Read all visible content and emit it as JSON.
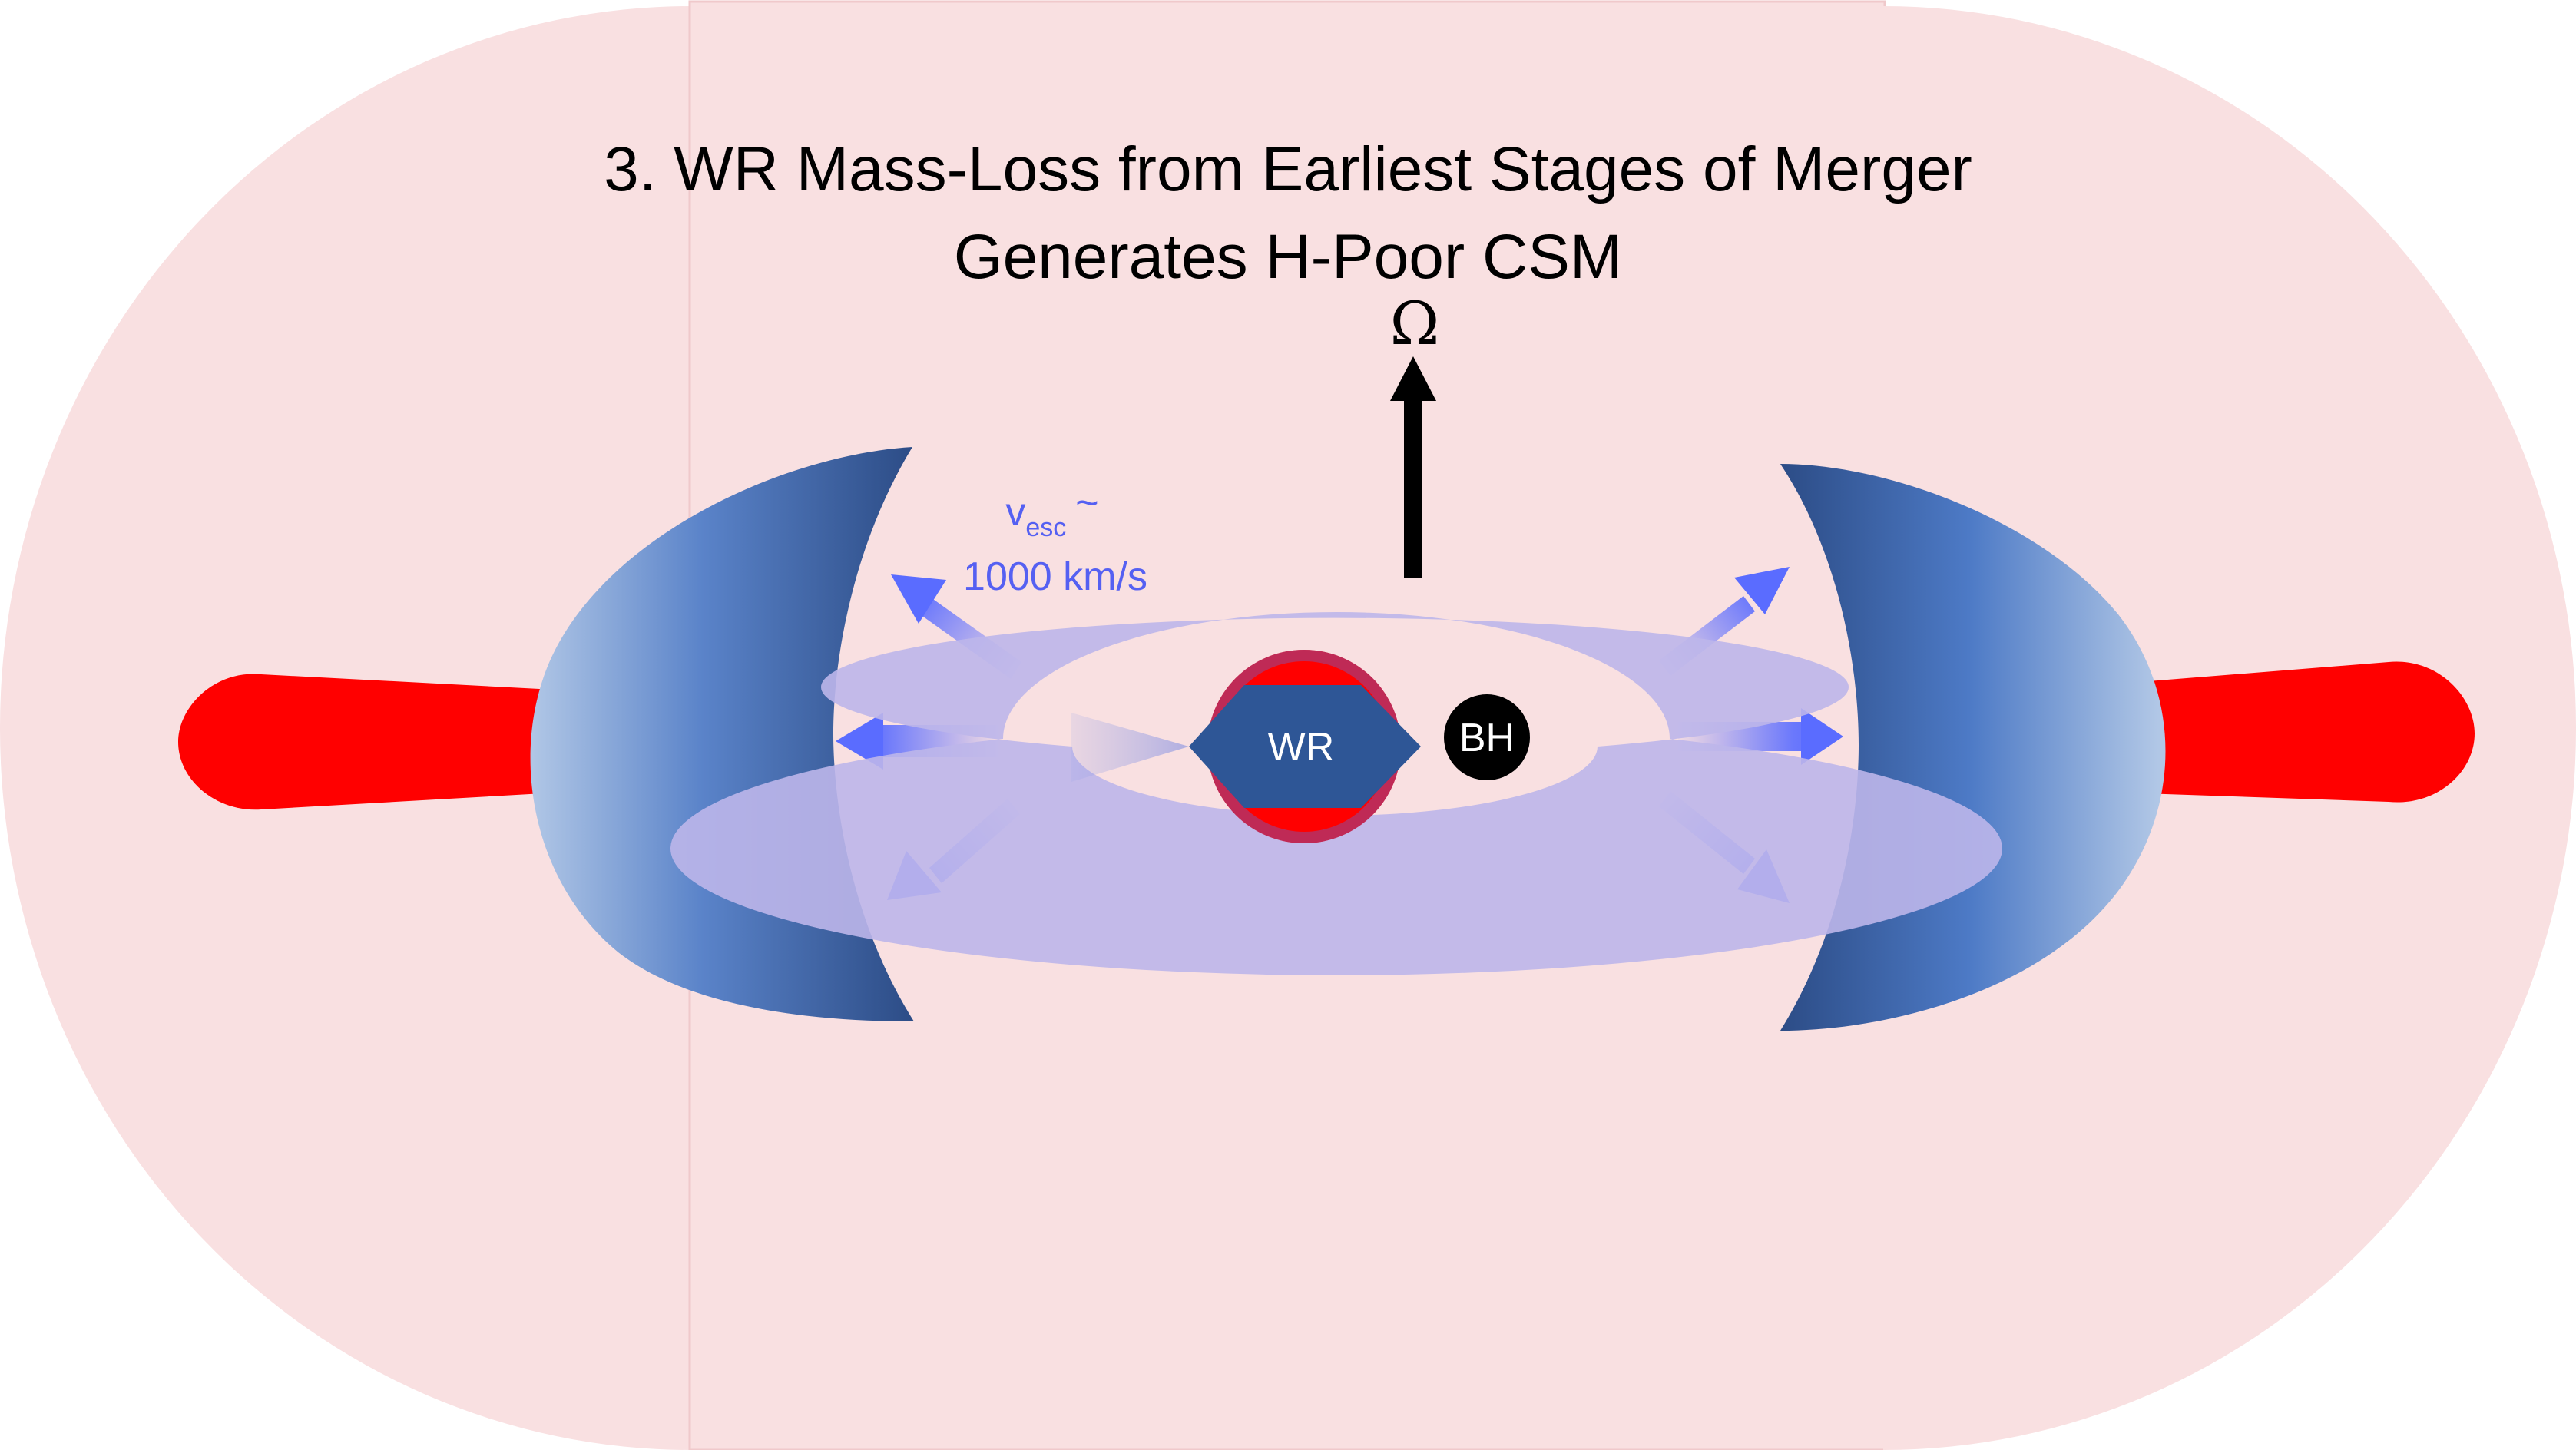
{
  "title": {
    "line1": "3. WR Mass-Loss from Earliest Stages of Merger",
    "line2": "Generates H-Poor CSM"
  },
  "rotation_axis": {
    "label": "Ω"
  },
  "escape_velocity": {
    "symbol": "v",
    "subscript": "esc",
    "approx": "~",
    "value": "1000 km/s"
  },
  "bodies": {
    "wolf_rayet": {
      "label": "WR"
    },
    "black_hole": {
      "label": "BH"
    }
  },
  "colors": {
    "csm_background": "#f9e0e1",
    "csm_panel_border": "#f0c9cb",
    "jet": "#ff0000",
    "lobe_dark": "#2c4c86",
    "lobe_mid": "#4d7ac6",
    "lobe_light": "#b1c7e6",
    "outflow_arrow": "#5a6cff",
    "ring": "#bdb6ea",
    "wr_star": "#2e5696",
    "wr_halo": "#ff0000",
    "black_hole": "#000000",
    "vesc_text": "#5560f2"
  }
}
